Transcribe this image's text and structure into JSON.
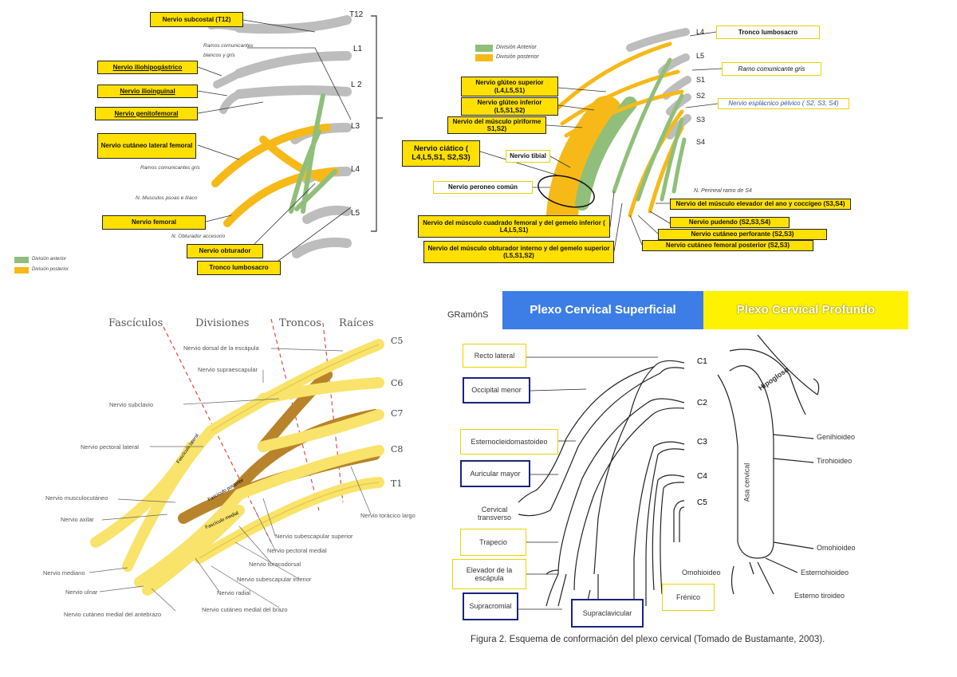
{
  "lumbar": {
    "levels": [
      "T12",
      "L1",
      "L 2",
      "L3",
      "L4",
      "L5"
    ],
    "labels": {
      "subcostal": "Nervio subcostal  (T12)",
      "iliohipogastrico": "Nervio iliohipogástrico",
      "ilioinguinal": "Nervio ilioinguinal",
      "genitofemoral": "Nervio genitofemoral",
      "cutaneo_lateral": "Nervio cutáneo lateral femoral",
      "femoral": "Nervio femoral",
      "obturador": "Nervio obturador",
      "tronco": "Tronco lumbosacro"
    },
    "notes": {
      "ramos1": "Ramos comunicantes blancos y gris",
      "ramos2": "Ramos comunicantes gris",
      "psoas": "N. Musculos psoas e ilíaco",
      "obturador_acc": "N. Obturador accesorio"
    },
    "legend": {
      "anterior": "División anterior",
      "posterior": "División posterior"
    }
  },
  "sacral": {
    "levels": [
      "L4",
      "L5",
      "S1",
      "S2",
      "S3",
      "S4"
    ],
    "legend": {
      "anterior": "División Anterior",
      "posterior": "División posterior"
    },
    "labels": {
      "tronco": "Tronco lumbosacro",
      "ramo_gris": "Ramo comunicante gris",
      "esplacnico": "Nervio esplácnico pélvico ( S2, S3, S4)",
      "gluteo_sup": "Nervio glúteo superior (L4,L5,S1)",
      "gluteo_inf": "Nervio glúteo inferior (L5,S1,S2)",
      "piriforme": "Nervio del músculo piriforme S1,S2)",
      "ciatico": "Nervio ciático ( L4,L5,S1, S2,S3)",
      "tibial": "Nervio  tibial",
      "peroneo": "Nervio  peroneo común",
      "cuadrado": "Nervio del músculo cuadrado femoral y del gemelo inferior ( L4,L5,S1)",
      "obturador_int": "Nervio del músculo obturador interno y del gemelo superior (L5,S1,S2)",
      "perineal": "N. Perineal ramo de S4",
      "elevador": "Nervio del músculo elevador del ano y coccígeo (S3,S4)",
      "pudendo": "Nervio pudendo  (S2,S3,S4)",
      "cut_perforante": "Nervio cutáneo  perforante (S2,S3)",
      "cut_posterior": "Nervio cutáneo femoral posterior (S2,S3)"
    }
  },
  "brachial": {
    "headers": [
      "Fascículos",
      "Divisiones",
      "Troncos",
      "Raíces"
    ],
    "roots": [
      "C5",
      "C6",
      "C7",
      "C8",
      "T1"
    ],
    "cord_labels": [
      "Fascículo lateral",
      "Fascículo posterior",
      "Fascículo medial"
    ],
    "labels": {
      "dorsal_escapula": "Nervio dorsal de la escápula",
      "supraescapular": "Nervio supraescapular",
      "subclavio": "Nervio subclavio",
      "pectoral_lateral": "Nervio pectoral lateral",
      "musculocutaneo": "Nervio musculocutáneo",
      "axilar": "Nervio axilar",
      "mediano": "Nervio mediano",
      "ulnar": "Nervio ulnar",
      "cut_antebrazo": "Nervio cutáneo medial del antebrazo",
      "radial": "Nervio radial",
      "cut_brazo": "Nervio cutáneo medial del brazo",
      "subesc_inf": "Nervio subescapular inferior",
      "toracodorsal": "Nervio toracodorsal",
      "pectoral_medial": "Nervio pectoral medial",
      "subesc_sup": "Nervio subescapular superior",
      "toracico_largo": "Nervio torácico largo"
    }
  },
  "cervical": {
    "brand": "GRamónS",
    "header_superficial": "Plexo Cervical Superficial",
    "header_profundo": "Plexo Cervical Profundo",
    "levels": [
      "C1",
      "C2",
      "C3",
      "C4",
      "C5"
    ],
    "labels": {
      "recto": "Recto lateral",
      "occipital": "Occipital menor",
      "esterno": "Esternocleidomastoideo",
      "auricular": "Auricular mayor",
      "cervical_transverso": "Cervical transverso",
      "trapecio": "Trapecio",
      "elevador": "Elevador de la escápula",
      "supracromial": "Supracromial",
      "supraclavicular": "Supraclavicular",
      "frenico": "Frénico",
      "hipogloso": "Hipogloso",
      "genihioideo": "Genihioideo",
      "tirohioideo": "Tirohioideo",
      "asa": "Asa cervical",
      "omohioideo_r": "Omohioideo",
      "omohioideo_l": "Omohioideo",
      "esternohioideo": "Esternohioideo",
      "esternotiroideo": "Esterno tiroideo"
    },
    "caption": "Figura 2.   Esquema de conformación del plexo cervical (Tomado de Bustamante, 2003)."
  },
  "colors": {
    "anterior": "#8fbf7a",
    "posterior": "#f7b918",
    "brachial_nerve": "#f9e36a",
    "brachial_posterior": "#b8832a",
    "header_blue": "#3d7ee6",
    "header_yellow": "#fff200"
  }
}
